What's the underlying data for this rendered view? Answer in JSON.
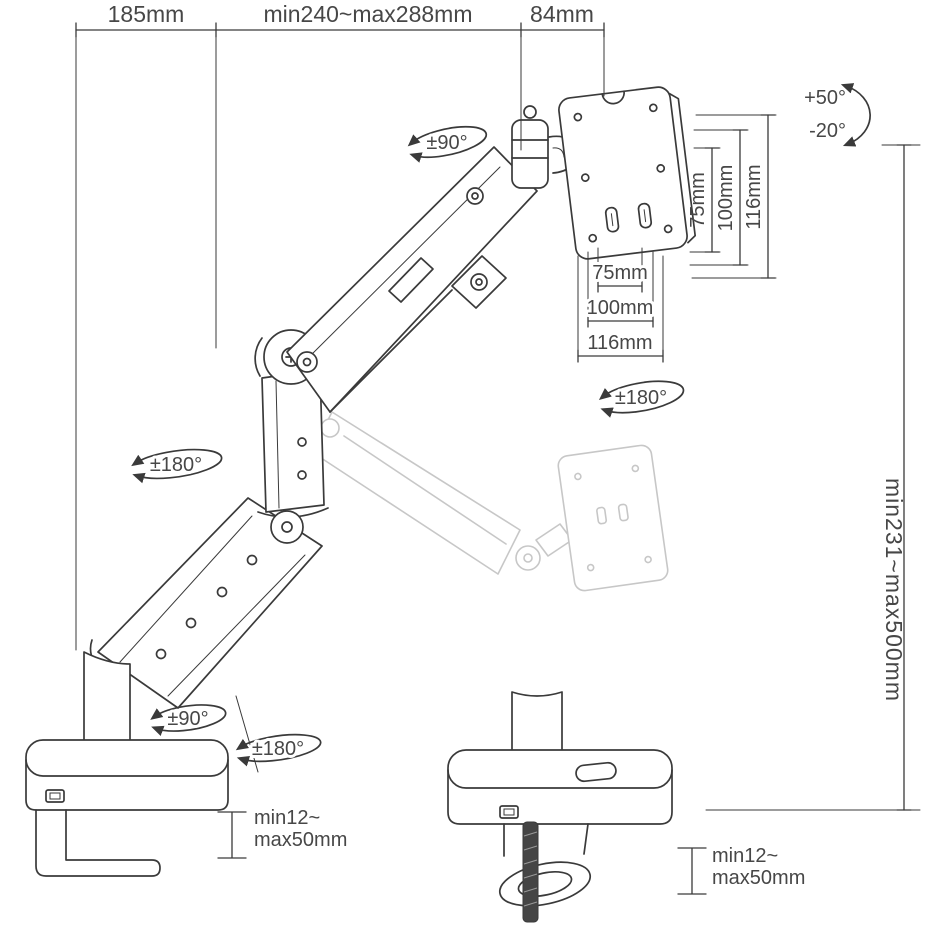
{
  "colors": {
    "background": "#ffffff",
    "line": "#3a3a3a",
    "ghost": "#c7c7c7",
    "text": "#474747"
  },
  "top_dimensions": {
    "left": "185mm",
    "middle": "min240~max288mm",
    "right": "84mm"
  },
  "height_dimension": "min231~max500mm",
  "vesa": {
    "vertical": [
      "75mm",
      "100mm",
      "116mm"
    ],
    "horizontal": [
      "75mm",
      "100mm",
      "116mm"
    ]
  },
  "angles": {
    "tilt_up": "+50°",
    "tilt_down": "-20°",
    "head_swivel": "±90°",
    "arm_rotation": "±180°",
    "vesa_rotation": "±180°",
    "base_swivel": "±90°",
    "base_rotation": "±180°"
  },
  "clamp": {
    "left": {
      "line1": "min12~",
      "line2": "max50mm"
    },
    "right": {
      "line1": "min12~",
      "line2": "max50mm"
    }
  }
}
